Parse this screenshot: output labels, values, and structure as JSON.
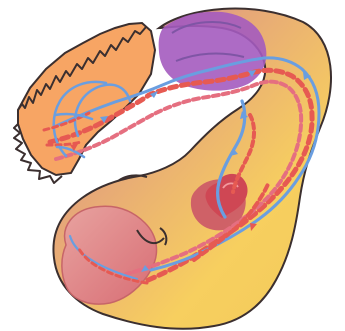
{
  "diagram": {
    "colors": {
      "background": "#ffffff",
      "placenta": "#f7a564",
      "placenta_outline": "#3b2f2f",
      "body": "#f7cf5f",
      "body_outline": "#3b2f2f",
      "head_region": "#d97478",
      "brain_region": "#a45bbf",
      "liver": "#cc5c67",
      "heart": "#cf4754",
      "deoxygenated_vessel": "#6a9ee0",
      "oxygenated_vessel": "#e65a52",
      "mixed_vessel_dash": "#e56f80"
    },
    "regions": [
      {
        "name": "placenta"
      },
      {
        "name": "fetal-body"
      },
      {
        "name": "brain"
      },
      {
        "name": "head"
      },
      {
        "name": "liver"
      },
      {
        "name": "heart"
      }
    ],
    "vessels": [
      {
        "name": "umbilical-vein",
        "kind": "oxygenated"
      },
      {
        "name": "umbilical-artery",
        "kind": "deoxygenated"
      },
      {
        "name": "aorta",
        "kind": "mixed"
      },
      {
        "name": "vena-cava",
        "kind": "mixed"
      },
      {
        "name": "ductus-venosus",
        "kind": "mixed"
      }
    ]
  }
}
